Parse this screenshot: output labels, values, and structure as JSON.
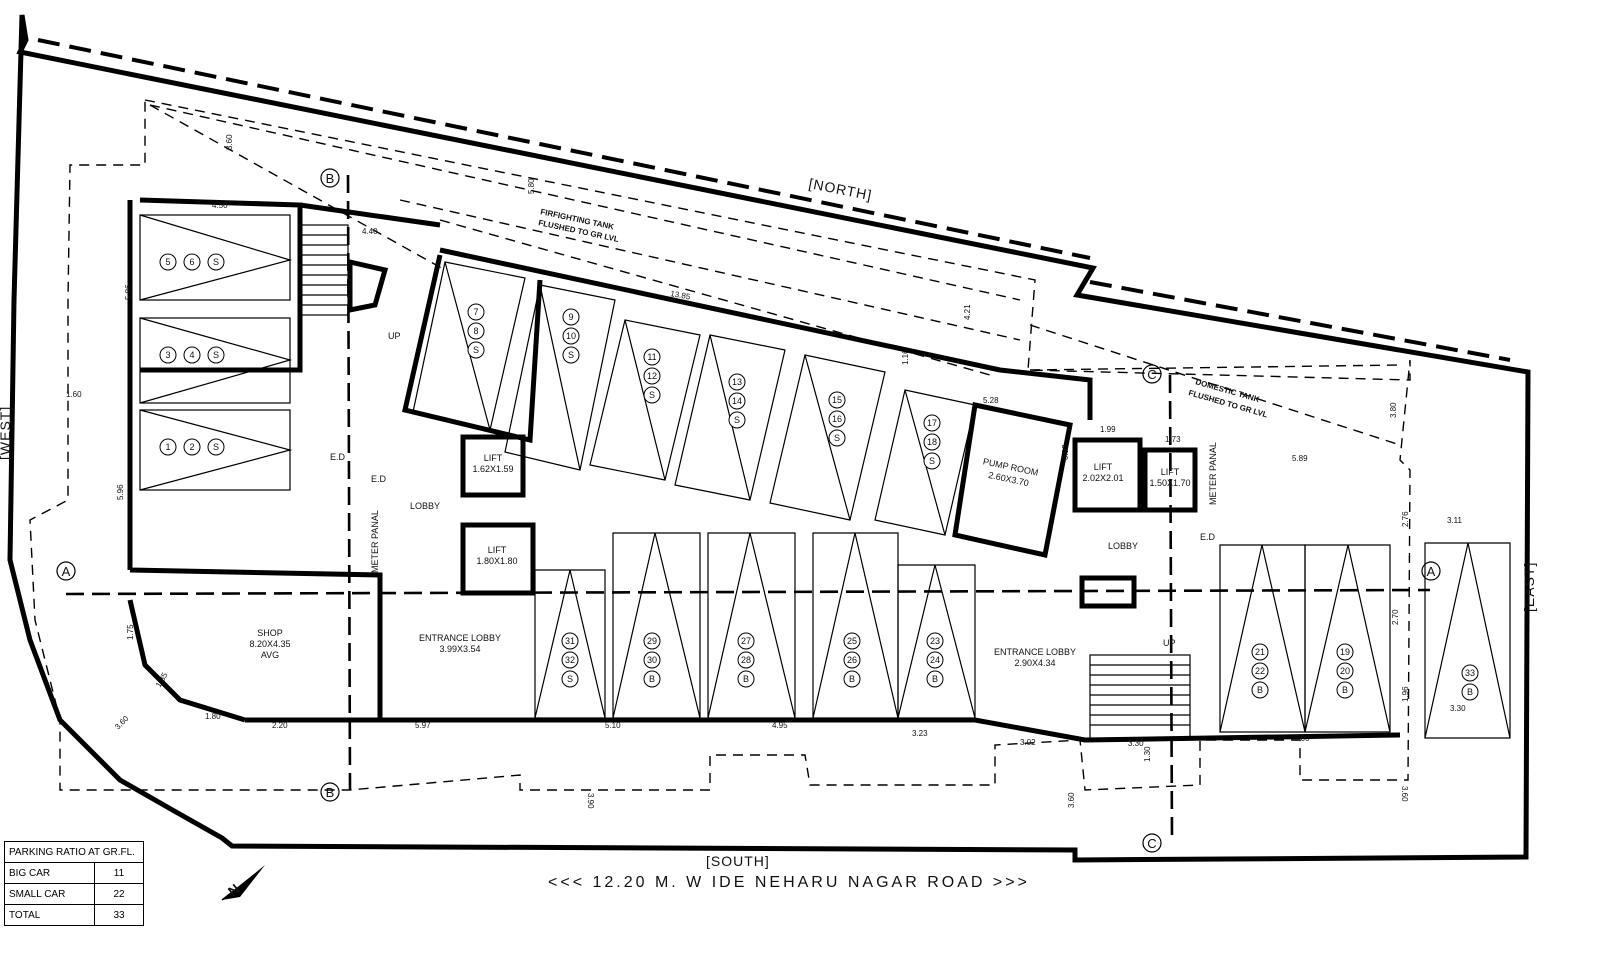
{
  "directions": {
    "north": "[NORTH]",
    "south": "[SOUTH]",
    "east": "[EAST]",
    "west": "[WEST]"
  },
  "road": "<<< 12.20 M. W IDE NEHARU  NAGAR ROAD >>>",
  "grid_markers": [
    "A",
    "B",
    "C"
  ],
  "rooms": {
    "shop": {
      "label": "SHOP",
      "size": "8.20X4.35",
      "note": "AVG"
    },
    "entrance_lobby_1": {
      "label": "ENTRANCE LOBBY",
      "size": "3.99X3.54"
    },
    "entrance_lobby_2": {
      "label": "ENTRANCE LOBBY",
      "size": "2.90X4.34"
    },
    "lobby_1": "LOBBY",
    "lobby_2": "LOBBY",
    "lift_1": {
      "label": "LIFT",
      "size": "1.62X1.59"
    },
    "lift_2": {
      "label": "LIFT",
      "size": "1.80X1.80"
    },
    "lift_3": {
      "label": "LIFT",
      "size": "2.02X2.01"
    },
    "lift_4": {
      "label": "LIFT",
      "size": "1.50X1.70"
    },
    "pump_room": {
      "label": "PUMP ROOM",
      "size": "2.60X3.70"
    },
    "meter_panel": "METER PANAL",
    "firefighting_tank": [
      "FIRFIGHTING TANK",
      "FLUSHED TO GR LVL"
    ],
    "domestic_tank": [
      "DOMESTIC TANK",
      "FLUSHED TO GR LVL"
    ],
    "stair_up": "UP",
    "ed": "E.D"
  },
  "parking_slots": [
    [
      "5",
      "6",
      "S"
    ],
    [
      "3",
      "4",
      "S"
    ],
    [
      "1",
      "2",
      "S"
    ],
    [
      "7",
      "8",
      "S"
    ],
    [
      "9",
      "10",
      "S"
    ],
    [
      "11",
      "12",
      "S"
    ],
    [
      "13",
      "14",
      "S"
    ],
    [
      "15",
      "16",
      "S"
    ],
    [
      "17",
      "18",
      "S"
    ],
    [
      "31",
      "32",
      "S"
    ],
    [
      "29",
      "30",
      "B"
    ],
    [
      "27",
      "28",
      "B"
    ],
    [
      "25",
      "26",
      "B"
    ],
    [
      "23",
      "24",
      "B"
    ],
    [
      "21",
      "22",
      "B"
    ],
    [
      "19",
      "20",
      "B"
    ],
    [
      "33",
      "B"
    ]
  ],
  "dimensions": {
    "top_360": "3.60",
    "d_450": "4.50",
    "d_440": "4.40",
    "d_580": "5.80",
    "d_1385": "13.85",
    "d_586": "5.86",
    "d_160": "1.60",
    "d_596": "5.96",
    "d_175": "1.75",
    "d_185": "1.85",
    "d_180": "1.80",
    "d_220": "2.20",
    "d_597": "5.97",
    "d_510": "5.10",
    "d_495": "4.95",
    "d_323": "3.23",
    "d_302": "3.02",
    "d_330b": "3.30",
    "d_130": "1.30",
    "d_600": "6.00",
    "d_330": "3.30",
    "d_196": "1.96",
    "d_270": "2.70",
    "d_311": "3.11",
    "d_276": "2.76",
    "d_589": "5.89",
    "d_199": "1.99",
    "d_173": "1.73",
    "d_528": "5.28",
    "d_421": "4.21",
    "d_380": "3.80",
    "d_390": "3.90",
    "d_360w": "3.60",
    "d_360e": "3.60",
    "d_360s": "3.60",
    "d_116": "1.16",
    "d_093": "0.93"
  },
  "parking_ratio": {
    "title": "PARKING RATIO AT GR.FL.",
    "rows": [
      {
        "label": "BIG CAR",
        "value": "11"
      },
      {
        "label": "SMALL CAR",
        "value": "22"
      },
      {
        "label": "TOTAL",
        "value": "33"
      }
    ]
  },
  "north_arrow_label": "N"
}
